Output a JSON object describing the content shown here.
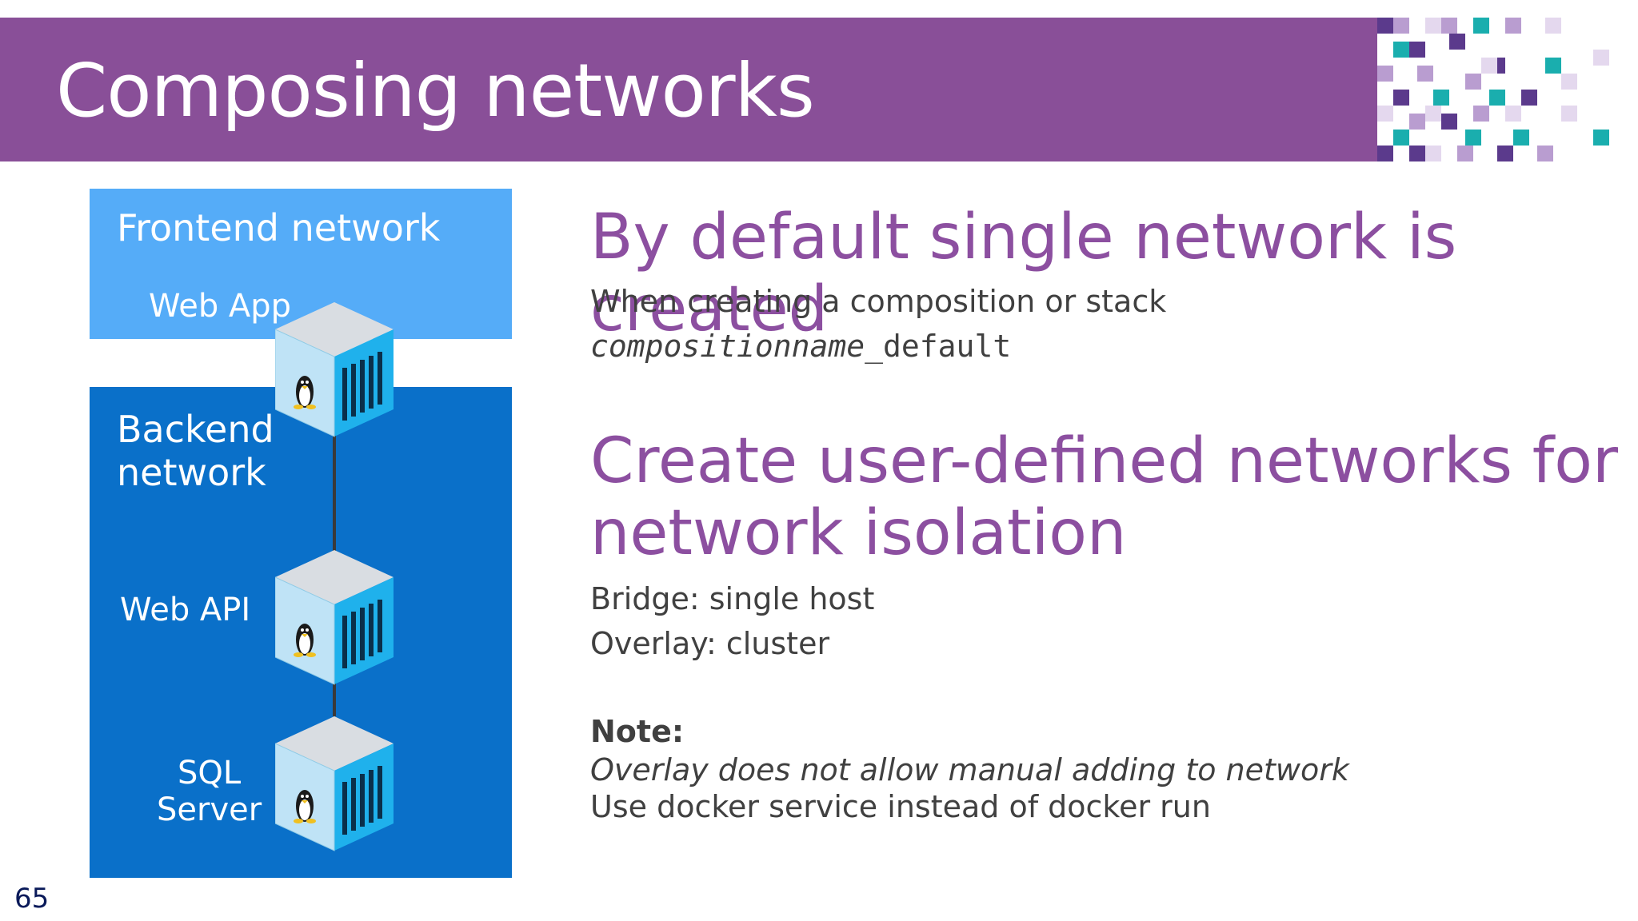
{
  "slide": {
    "title": "Composing networks",
    "page_number": "65"
  },
  "diagram": {
    "frontend_label": "Frontend network",
    "backend_label": "Backend\nnetwork",
    "services": {
      "web_app": "Web App",
      "web_api": "Web API",
      "sql_server": "SQL\nServer"
    }
  },
  "content": {
    "default_heading": "By default single network is created",
    "default_line1": "When creating a composition or stack",
    "default_line2_italic": "compositionname",
    "default_line2_rest": "_default",
    "userdef_heading": "Create user-defined networks for\nnetwork isolation",
    "bridge": "Bridge: single host",
    "overlay": "Overlay: cluster",
    "note_heading": "Note:",
    "note_line1": "Overlay does not allow manual adding to network",
    "note_line2": "Use docker service instead of docker run"
  },
  "colors": {
    "title_bar": "#894f98",
    "heading": "#8c4fa0",
    "frontend": "#55acf8",
    "backend": "#0a70c9",
    "teal": "#1aaeae",
    "purple_dark": "#5b3a8c",
    "purple_light": "#b99dd0"
  }
}
